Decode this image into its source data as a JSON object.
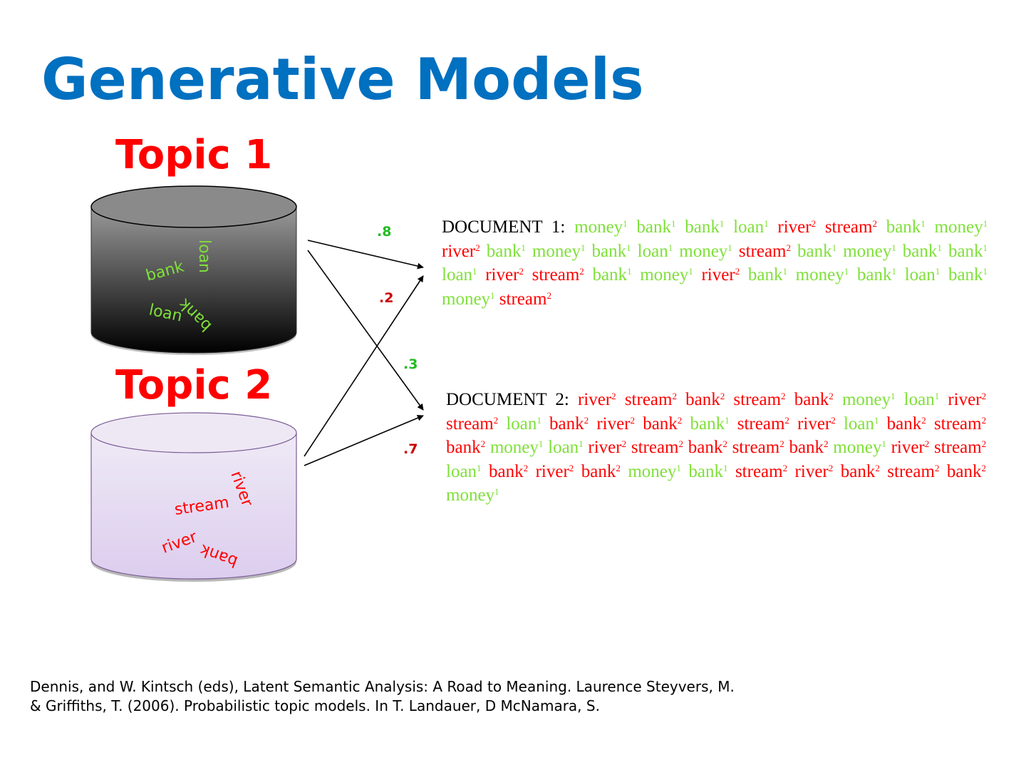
{
  "title": "Generative Models",
  "colors": {
    "title": "#0070c0",
    "topic_label": "#ff0000",
    "topic1_word": "#7fe03a",
    "topic2_word": "#ff0000",
    "topic1_cylinder_top": "#9a9a9a",
    "topic1_cylinder_bottom": "#000000",
    "topic2_cylinder_top": "#efeaf6",
    "topic2_cylinder_bottom": "#dccdee",
    "topic2_cylinder_stroke": "#7a5c96"
  },
  "topics": [
    {
      "label": "Topic 1",
      "words": [
        "loan",
        "bank",
        "bank",
        "loan"
      ]
    },
    {
      "label": "Topic 2",
      "words": [
        "river",
        "stream",
        "river",
        "bank"
      ]
    }
  ],
  "weights": {
    "topic1_doc1": ".8",
    "topic2_doc1": ".2",
    "topic1_doc2": ".3",
    "topic2_doc2": ".7"
  },
  "documents": [
    {
      "label": "DOCUMENT 1:",
      "tokens": [
        [
          "money",
          1
        ],
        [
          "bank",
          1
        ],
        [
          "bank",
          1
        ],
        [
          "loan",
          1
        ],
        [
          "river",
          2
        ],
        [
          "stream",
          2
        ],
        [
          "bank",
          1
        ],
        [
          "money",
          1
        ],
        [
          "river",
          2
        ],
        [
          "bank",
          1
        ],
        [
          "money",
          1
        ],
        [
          "bank",
          1
        ],
        [
          "loan",
          1
        ],
        [
          "money",
          1
        ],
        [
          "stream",
          2
        ],
        [
          "bank",
          1
        ],
        [
          "money",
          1
        ],
        [
          "bank",
          1
        ],
        [
          "bank",
          1
        ],
        [
          "loan",
          1
        ],
        [
          "river",
          2
        ],
        [
          "stream",
          2
        ],
        [
          "bank",
          1
        ],
        [
          "money",
          1
        ],
        [
          "river",
          2
        ],
        [
          "bank",
          1
        ],
        [
          "money",
          1
        ],
        [
          "bank",
          1
        ],
        [
          "loan",
          1
        ],
        [
          "bank",
          1
        ],
        [
          "money",
          1
        ],
        [
          "stream",
          2
        ]
      ]
    },
    {
      "label": "DOCUMENT 2:",
      "tokens": [
        [
          "river",
          2
        ],
        [
          "stream",
          2
        ],
        [
          "bank",
          2
        ],
        [
          "stream",
          2
        ],
        [
          "bank",
          2
        ],
        [
          "money",
          1
        ],
        [
          "loan",
          1
        ],
        [
          "river",
          2
        ],
        [
          "stream",
          2
        ],
        [
          "loan",
          1
        ],
        [
          "bank",
          2
        ],
        [
          "river",
          2
        ],
        [
          "bank",
          2
        ],
        [
          "bank",
          1
        ],
        [
          "stream",
          2
        ],
        [
          "river",
          2
        ],
        [
          "loan",
          1
        ],
        [
          "bank",
          2
        ],
        [
          "stream",
          2
        ],
        [
          "bank",
          2
        ],
        [
          "money",
          1
        ],
        [
          "loan",
          1
        ],
        [
          "river",
          2
        ],
        [
          "stream",
          2
        ],
        [
          "bank",
          2
        ],
        [
          "stream",
          2
        ],
        [
          "bank",
          2
        ],
        [
          "money",
          1
        ],
        [
          "river",
          2
        ],
        [
          "stream",
          2
        ],
        [
          "loan",
          1
        ],
        [
          "bank",
          2
        ],
        [
          "river",
          2
        ],
        [
          "bank",
          2
        ],
        [
          "money",
          1
        ],
        [
          "bank",
          1
        ],
        [
          "stream",
          2
        ],
        [
          "river",
          2
        ],
        [
          "bank",
          2
        ],
        [
          "stream",
          2
        ],
        [
          "bank",
          2
        ],
        [
          "money",
          1
        ]
      ]
    }
  ],
  "reference": "Dennis, and W. Kintsch (eds), Latent Semantic Analysis: A Road to Meaning. Laurence Steyvers, M. & Griffiths, T. (2006). Probabilistic topic models. In T. Landauer, D McNamara, S."
}
